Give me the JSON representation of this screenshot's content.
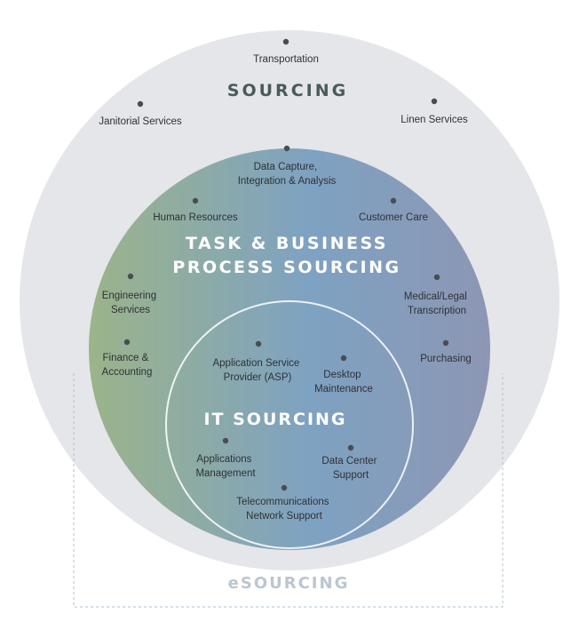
{
  "colors": {
    "outer_ring": "#e5e6e9",
    "gradient_left": "#9bb48a",
    "gradient_mid": "#7ea2c2",
    "gradient_right": "#8d96b4",
    "esourcing_text": "#bcc6d0",
    "dashed_border": "#a9c1d6"
  },
  "sourcing": {
    "title": "SOURCING",
    "items": [
      "Transportation",
      "Janitorial Services",
      "Linen Services"
    ]
  },
  "task_business": {
    "title_line1": "TASK & BUSINESS",
    "title_line2": "PROCESS SOURCING",
    "items": [
      {
        "line1": "Data Capture,",
        "line2": "Integration & Analysis"
      },
      {
        "line1": "Human Resources"
      },
      {
        "line1": "Customer Care"
      },
      {
        "line1": "Engineering",
        "line2": "Services"
      },
      {
        "line1": "Medical/Legal",
        "line2": "Transcription"
      },
      {
        "line1": "Finance &",
        "line2": "Accounting"
      },
      {
        "line1": "Purchasing"
      }
    ]
  },
  "it_sourcing": {
    "title": "IT SOURCING",
    "items": [
      {
        "line1": "Application Service",
        "line2": "Provider (ASP)"
      },
      {
        "line1": "Desktop",
        "line2": "Maintenance"
      },
      {
        "line1": "Applications",
        "line2": "Management"
      },
      {
        "line1": "Data Center",
        "line2": "Support"
      },
      {
        "line1": "Telecommunications",
        "line2": "Network Support"
      }
    ]
  },
  "esourcing": {
    "title": "eSOURCING"
  }
}
